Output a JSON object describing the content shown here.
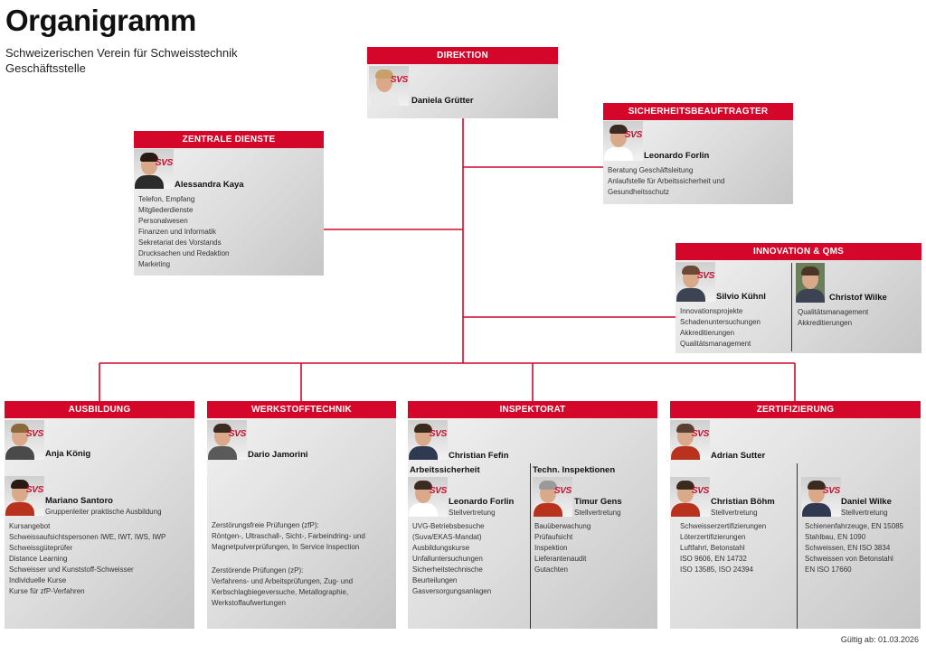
{
  "page": {
    "title": "Organigramm",
    "subtitle_line1": "Schweizerischen Verein für Schweisstechnik",
    "subtitle_line2": "Geschäftsstelle",
    "valid_from": "Gültig ab: 01.03.2026"
  },
  "colors": {
    "accent": "#d4072a",
    "box": "#d9d9d9",
    "line": "#d4072a"
  },
  "logo_text": "SVS",
  "direktion": {
    "header": "DIREKTION",
    "person": "Daniela Grütter"
  },
  "sicherheit": {
    "header": "SICHERHEITSBEAUFTRAGTER",
    "person": "Leonardo Forlin",
    "tasks": [
      "Beratung Geschäftsleitung",
      "Anlaufstelle für Arbeitssicherheit und",
      "Gesundheitsschutz"
    ]
  },
  "zentrale": {
    "header": "ZENTRALE DIENSTE",
    "person": "Alessandra Kaya",
    "tasks": [
      "Telefon, Empfang",
      "Mitgliederdienste",
      "Personalwesen",
      "Finanzen und Informatik",
      "Sekretariat des Vorstands",
      "Drucksachen und Redaktion",
      "Marketing"
    ]
  },
  "innovation": {
    "header": "INNOVATION & QMS",
    "person1": "Silvio Kühnl",
    "tasks1": [
      "Innovationsprojekte",
      "Schadenuntersuchungen",
      "Akkreditierungen",
      "Qualitätsmanagement"
    ],
    "person2": "Christof Wilke",
    "tasks2": [
      "Qualitätsmanagement",
      "Akkreditierungen"
    ]
  },
  "ausbildung": {
    "header": "AUSBILDUNG",
    "person1": "Anja König",
    "person2": "Mariano Santoro",
    "role2": "Gruppenleiter praktische Ausbildung",
    "tasks": [
      "Kursangebot",
      "Schweissaufsichtspersonen IWE, IWT, IWS, IWP",
      "Schweissgüteprüfer",
      "Distance Learning",
      "Schweisser und Kunststoff-Schweisser",
      "Individuelle Kurse",
      "Kurse für zfP-Verfahren"
    ]
  },
  "werkstoff": {
    "header": "WERKSTOFFTECHNIK",
    "person": "Dario Jamorini",
    "tasks1": [
      "Zerstörungsfreie Prüfungen (zfP):",
      "Röntgen-, Ultraschall-, Sicht-, Farbeindring- und",
      "Magnetpulverprüfungen, In Service Inspection"
    ],
    "tasks2": [
      "Zerstörende Prüfungen (zP):",
      "Verfahrens- und Arbeitsprüfungen, Zug- und",
      "Kerbschlagbiegeversuche, Metallographie,",
      "Werkstoffaufwertungen"
    ]
  },
  "inspektorat": {
    "header": "INSPEKTORAT",
    "person": "Christian Fefin",
    "sub1_title": "Arbeitssicherheit",
    "sub1_person": "Leonardo Forlin",
    "sub1_role": "Stellvertretung",
    "sub1_tasks": [
      "UVG-Betriebsbesuche",
      "(Suva/EKAS-Mandat)",
      "Ausbildungskurse",
      "Unfalluntersuchungen",
      "Sicherheitstechnische",
      "Beurteilungen",
      "Gasversorgungsanlagen"
    ],
    "sub2_title": "Techn. Inspektionen",
    "sub2_person": "Timur Gens",
    "sub2_role": "Stellvertretung",
    "sub2_tasks": [
      "Bauüberwachung",
      "Prüfaufsicht",
      "Inspektion",
      "Lieferantenaudit",
      "Gutachten"
    ]
  },
  "zertifizierung": {
    "header": "ZERTIFIZIERUNG",
    "person": "Adrian Sutter",
    "sub1_person": "Christian Böhm",
    "sub1_role": "Stellvertretung",
    "sub1_tasks": [
      "Schweisserzertifizierungen",
      "Löterzertifizierungen",
      "Luftfahrt, Betonstahl",
      "ISO 9606, EN 14732",
      "ISO 13585, ISO 24394"
    ],
    "sub2_person": "Daniel Wilke",
    "sub2_role": "Stellvertretung",
    "sub2_tasks": [
      "Schienenfahrzeuge, EN 15085",
      "Stahlbau, EN 1090",
      "Schweissen, EN ISO 3834",
      "Schweissen von Betonstahl",
      "EN ISO 17660"
    ]
  }
}
